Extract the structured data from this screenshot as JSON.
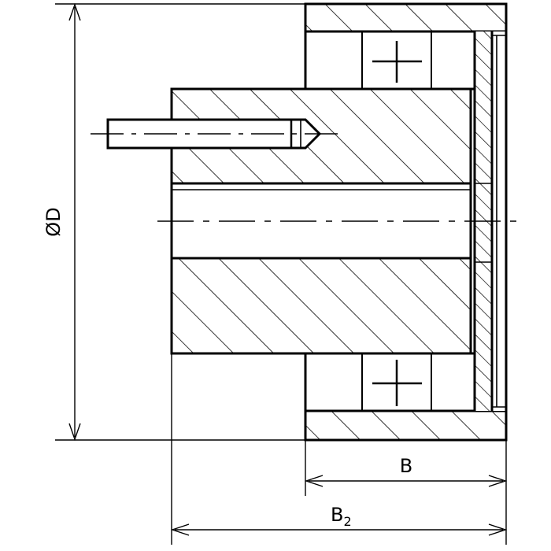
{
  "drawing": {
    "dimensions": {
      "diameter": {
        "symbol": "Ø",
        "letter": "D"
      },
      "width_b": {
        "label": "B"
      },
      "width_b2": {
        "label": "B",
        "subscript": "2"
      }
    }
  }
}
